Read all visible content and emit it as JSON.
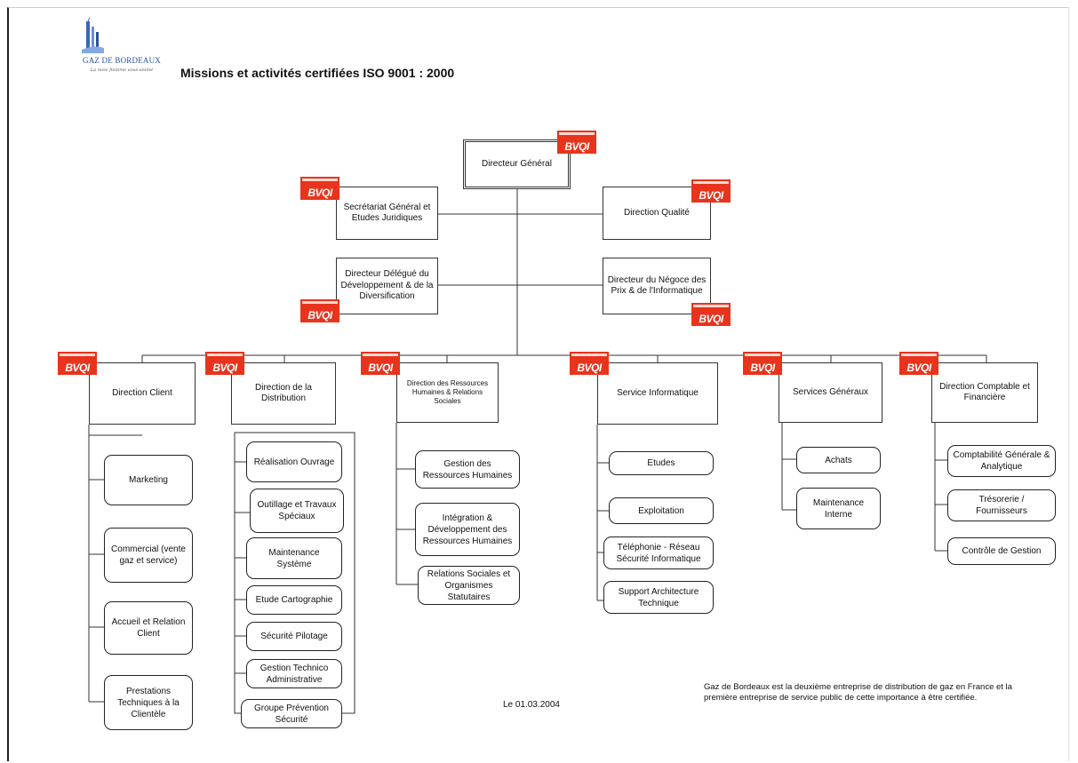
{
  "header": {
    "company_name": "GAZ DE BORDEAUX",
    "tagline": "La mise flamme vous animé",
    "title": "Missions et activités certifiées ISO 9001 : 2000"
  },
  "certification_badge": {
    "text": "BVQI",
    "color": "#e8341c"
  },
  "top": {
    "director_general": "Directeur Général",
    "secretariat": "Secrétariat Général et Etudes Juridiques",
    "quality": "Direction Qualité",
    "development": "Directeur Délégué du Développement & de la Diversification",
    "negoce": "Directeur du Négoce des Prix & de l'Informatique"
  },
  "directions": [
    {
      "label": "Direction Client",
      "children": [
        "Marketing",
        "Commercial (vente gaz et service)",
        "Accueil et Relation Client",
        "Prestations Techniques à la Clientèle"
      ]
    },
    {
      "label": "Direction de la Distribution",
      "children": [
        "Réalisation Ouvrage",
        "Outillage et Travaux Spéciaux",
        "Maintenance Système",
        "Etude Cartographie",
        "Sécurité Pilotage",
        "Gestion Technico Administrative",
        "Groupe Prévention Sécurité"
      ]
    },
    {
      "label": "Direction des Ressources Humaines & Relations Sociales",
      "children": [
        "Gestion des Ressources Humaines",
        "Intégration & Développement des Ressources Humaines",
        "Relations Sociales et Organismes Statutaires"
      ]
    },
    {
      "label": "Service Informatique",
      "children": [
        "Etudes",
        "Exploitation",
        "Téléphonie - Réseau Sécurité Informatique",
        "Support Architecture Technique"
      ]
    },
    {
      "label": "Services Généraux",
      "children": [
        "Achats",
        "Maintenance Interne"
      ]
    },
    {
      "label": "Direction Comptable et Financière",
      "children": [
        "Comptabilité Générale & Analytique",
        "Trésorerie / Fournisseurs",
        "Contrôle de Gestion"
      ]
    }
  ],
  "footer": {
    "date": "Le 01.03.2004",
    "note": "Gaz de Bordeaux est la deuxième entreprise de distribution de gaz en France et la première entreprise de service public de cette importance à être certifiée."
  }
}
